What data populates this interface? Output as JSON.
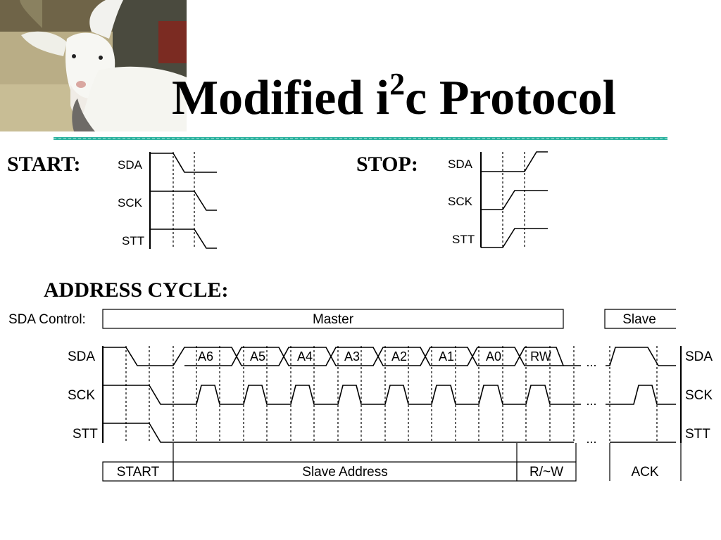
{
  "slide": {
    "title_main": "Modified i",
    "title_sup": "2",
    "title_tail": "c Protocol",
    "photo_icon": "goat-photo"
  },
  "colors": {
    "accent_rule": "#2db3a0",
    "ink": "#000000",
    "background": "#ffffff"
  },
  "start_diagram": {
    "heading": "START:",
    "signals": [
      "SDA",
      "SCK",
      "STT"
    ]
  },
  "stop_diagram": {
    "heading": "STOP:",
    "signals": [
      "SDA",
      "SCK",
      "STT"
    ]
  },
  "address_cycle": {
    "heading": "ADDRESS CYCLE:",
    "sda_control_label": "SDA Control:",
    "master_label": "Master",
    "slave_label": "Slave",
    "signals_left": [
      "SDA",
      "SCK",
      "STT"
    ],
    "signals_right": [
      "SDA",
      "SCK",
      "STT"
    ],
    "bits": [
      "A6",
      "A5",
      "A4",
      "A3",
      "A2",
      "A1",
      "A0",
      "RW"
    ],
    "ellipsis": "...",
    "phases": [
      "START",
      "Slave Address",
      "R/~W",
      "ACK"
    ]
  }
}
